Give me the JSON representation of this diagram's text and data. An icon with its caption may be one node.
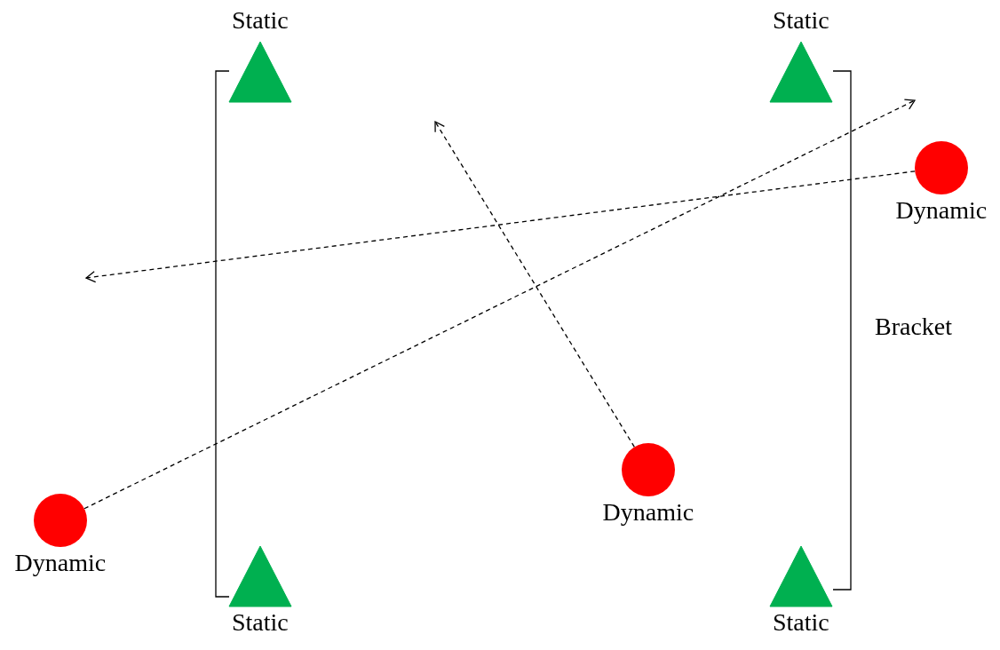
{
  "diagram": {
    "nodes": [
      {
        "text": [
          "Static"
        ]
      },
      {
        "text": [
          "Static"
        ]
      },
      {
        "text": [
          "Dynamic"
        ]
      },
      {
        "text": [
          "Dynamic"
        ]
      },
      {
        "text": [
          "Dynamic"
        ]
      },
      {
        "text": [
          "Static"
        ]
      },
      {
        "text": [
          "Static"
        ]
      }
    ],
    "edges": [
      {
        "from": 2,
        "to": null,
        "arrow": "to",
        "style": "dashed"
      },
      {
        "from": 3,
        "to": null,
        "arrow": "to",
        "style": "dashed"
      },
      {
        "from": 4,
        "to": null,
        "arrow": "to",
        "style": "dashed"
      }
    ],
    "labels": [
      "Bracket"
    ]
  }
}
